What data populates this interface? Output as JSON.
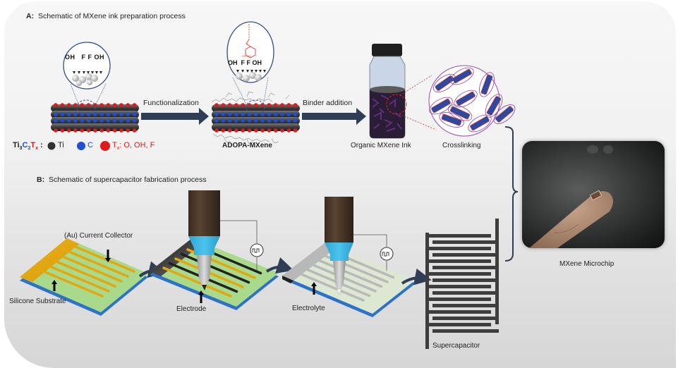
{
  "panel_a": {
    "prefix": "A:",
    "title": "Schematic of MXene ink preparation process",
    "zoom_labels_left": [
      "OH",
      "F",
      "F",
      "OH"
    ],
    "zoom_labels_right": [
      "OH",
      "F",
      "F",
      "OH"
    ],
    "molecule_labels": [
      "HO",
      "OH"
    ],
    "arrow_1_label": "Functionalization",
    "arrow_2_label": "Binder addition",
    "stage_2_label": "ADOPA-MXene",
    "stage_3_label": "Organic MXene Ink",
    "stage_4_label": "Crosslinking",
    "legend": {
      "formula": {
        "ti": "Ti",
        "ti_sub": "3",
        "c": "C",
        "c_sub": "2",
        "t": "T",
        "t_sub": "x",
        "sep": ":"
      },
      "items": [
        {
          "symbol": "Ti",
          "color": "#2b2b2b"
        },
        {
          "symbol": "C",
          "color": "#1e4fd6"
        },
        {
          "symbol": "T",
          "sub": "x",
          "suffix": ": O, OH, F",
          "color": "#e01919"
        }
      ]
    }
  },
  "panel_b": {
    "prefix": "B:",
    "title": "Schematic of supercapacitor fabrication process",
    "current_collector_label": "(Au) Current Collector",
    "substrate_label": "Silicone Substrate",
    "electrode_label": "Electrode",
    "electrolyte_label": "Electrolyte",
    "supercapacitor_label": "Supercapacitor"
  },
  "photo": {
    "caption": "MXene Microchip"
  },
  "colors": {
    "arrow": "#2f3e55",
    "gold": "#e3a712",
    "green": "#a9d98a",
    "substrate": "#2d72c9",
    "nozzle_body": "#4a3526",
    "nozzle_tip": "#35b3e0",
    "ink_purple": "#7b2a8e",
    "comb": "#3d3d3d"
  }
}
